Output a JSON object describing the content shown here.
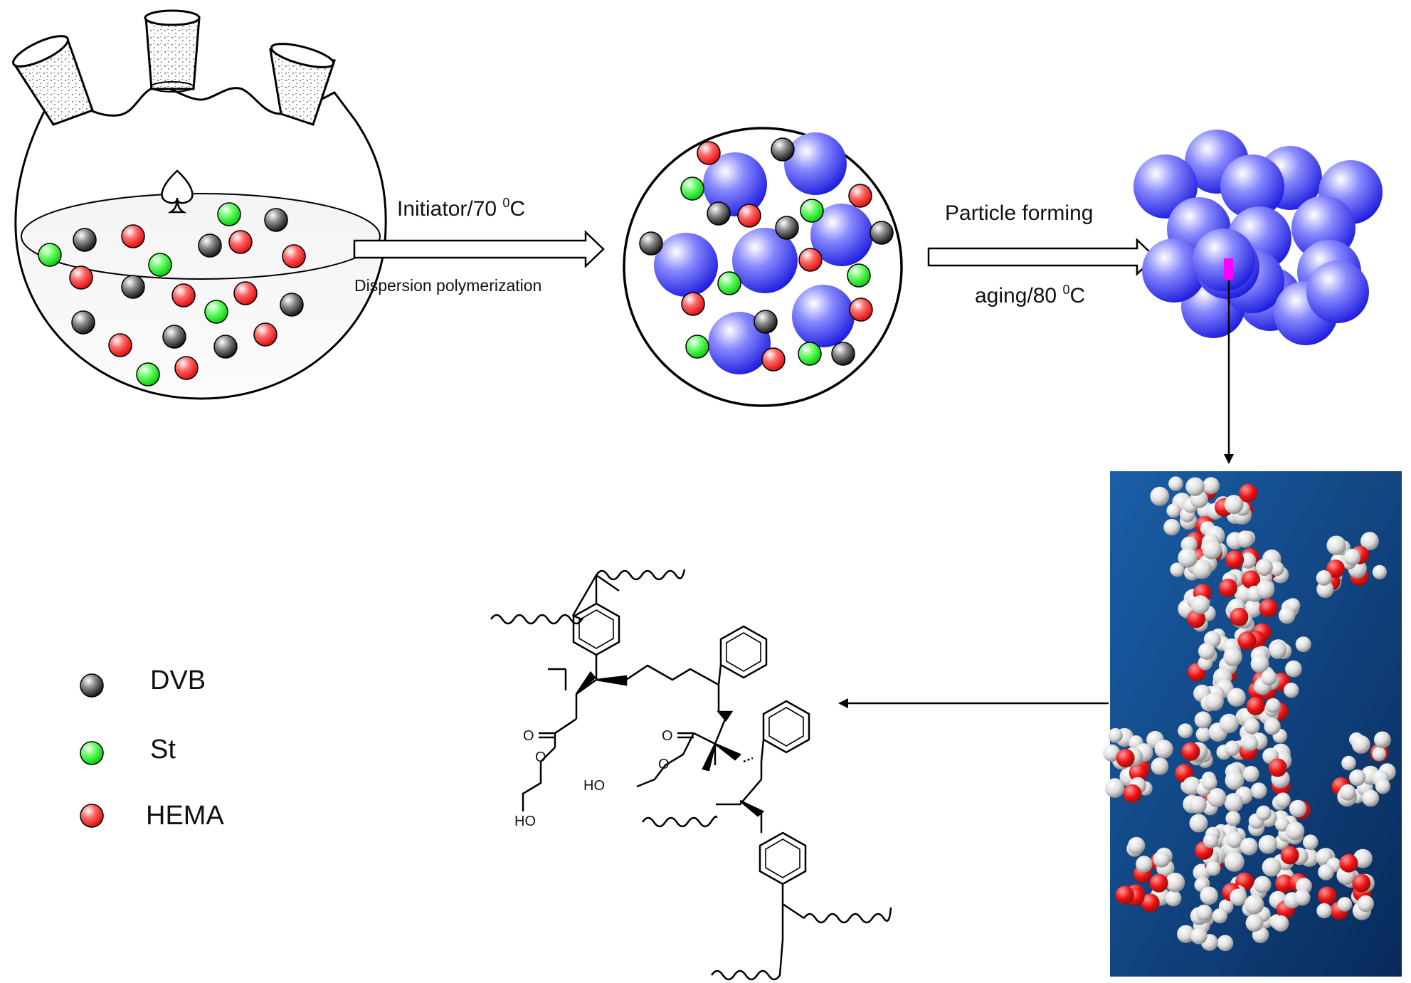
{
  "steps": {
    "step1_label": "Initiator/70 ",
    "step1_sup": "0",
    "step1_unit": "C",
    "step1_sub": "Dispersion polymerization",
    "step2_label": "Particle forming",
    "step2_sub": "aging/80 ",
    "step2_sup": "0",
    "step2_unit": "C"
  },
  "legend": {
    "items": [
      {
        "label": "DVB",
        "color": "#3a3a3a"
      },
      {
        "label": "St",
        "color": "#22dd22"
      },
      {
        "label": "HEMA",
        "color": "#ee2222"
      }
    ]
  },
  "chem": {
    "carbonyl_o_1": "O",
    "carbonyl_o_2": "O",
    "ester_o_1": "O",
    "ester_o_2": "O",
    "hydroxyl_1": "HO",
    "hydroxyl_2": "HO"
  },
  "colors": {
    "dvb": "#3a3a3a",
    "st": "#22dd22",
    "hema": "#ee2222",
    "polymer": "#2222ee",
    "marker": "#ff00ff",
    "molecule_bg": "#0d4a8a"
  }
}
